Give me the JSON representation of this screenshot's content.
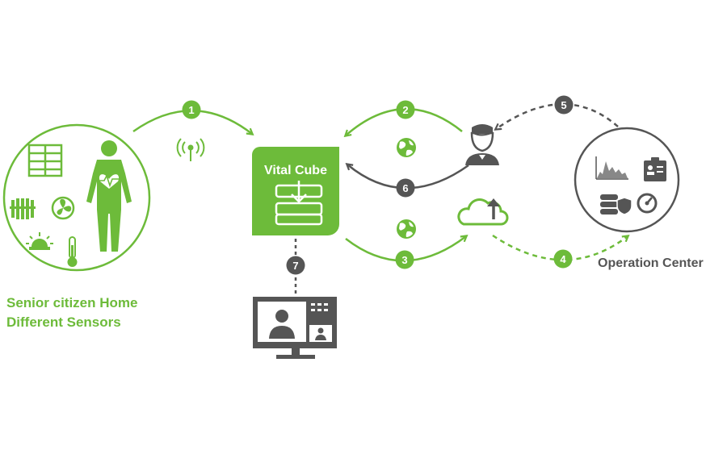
{
  "colors": {
    "green": "#6dbb3a",
    "gray": "#555555",
    "white": "#ffffff"
  },
  "home": {
    "caption_line1": "Senior citizen Home",
    "caption_line2": "Different Sensors",
    "icons": [
      "window-icon",
      "person-heart-icon",
      "radiator-icon",
      "fan-icon",
      "alarm-light-icon",
      "thermometer-icon"
    ]
  },
  "vital_cube": {
    "title": "Vital Cube",
    "icon": "tray-download-icon"
  },
  "operation_center": {
    "caption": "Operation Center",
    "icons": [
      "chart-icon",
      "id-card-icon",
      "database-shield-icon",
      "gauge-icon"
    ]
  },
  "steps": [
    "1",
    "2",
    "3",
    "4",
    "5",
    "6",
    "7"
  ],
  "nodes": {
    "antenna": "antenna-icon",
    "nurse": "nurse-icon",
    "cloud": "cloud-upload-icon",
    "globes": [
      "globe-icon",
      "globe-icon"
    ],
    "monitor": "video-call-monitor-icon"
  }
}
